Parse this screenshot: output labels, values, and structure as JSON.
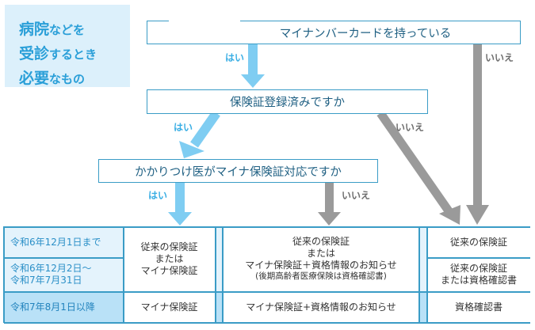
{
  "title": {
    "lines": [
      {
        "big": "病院",
        "small": "などを"
      },
      {
        "big": "受診",
        "small": "するとき"
      },
      {
        "big": "必要",
        "small": "なもの"
      }
    ]
  },
  "questions": {
    "q1": "マイナンバーカードを持っている",
    "q2": "保険証登録済みですか",
    "q3": "かかりつけ医がマイナ保険証対応ですか"
  },
  "answers": {
    "yes": "はい",
    "no": "いいえ"
  },
  "colors": {
    "yes_arrow": "#7fcdf2",
    "no_arrow": "#9a9a9a",
    "border": "#3a9cc6",
    "title_bg": "#dcf0fb",
    "title_text": "#2a9fd8"
  },
  "table": {
    "periods": [
      "令和6年12月1日まで",
      "令和6年12月2日～\n令和7年7月31日",
      "令和7年8月1日以降"
    ],
    "col1": {
      "early": "従来の保険証\nまたは\nマイナ保険証",
      "late": "マイナ保険証"
    },
    "col2": {
      "early_main": "従来の保険証\nまたは\nマイナ保険証＋資格情報のお知らせ",
      "early_note": "(後期高齢者医療保険は資格確認書)",
      "late": "マイナ保険証+資格情報のお知らせ"
    },
    "col3": {
      "row1": "従来の保険証",
      "row2": "従来の保険証\nまたは資格確認書",
      "row3": "資格確認書"
    }
  }
}
